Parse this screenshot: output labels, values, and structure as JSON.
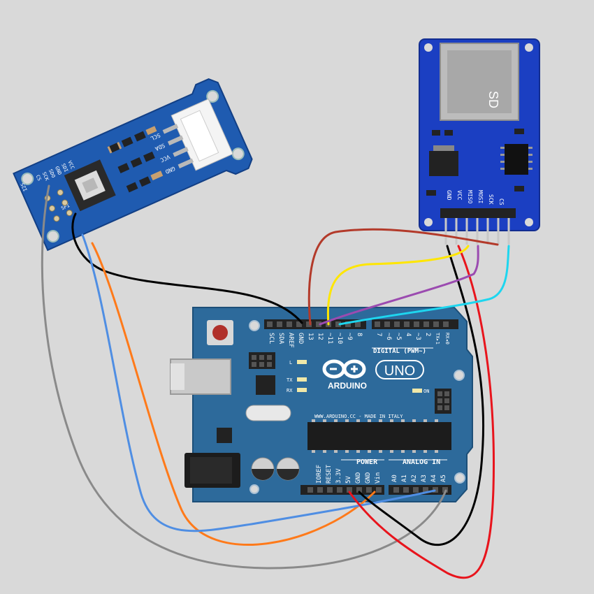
{
  "sensor": {
    "top_labels": [
      "SCL",
      "SDA",
      "VCC",
      "GND"
    ],
    "bottom_labels": [
      "CS",
      "SCK",
      "SDO",
      "GND",
      "SDI",
      "VCC"
    ],
    "i2s_label": "I2S",
    "spi_label": "SPI"
  },
  "sd_module": {
    "pin_labels": [
      "GND",
      "VCC",
      "MISO",
      "MOSI",
      "SCK",
      "CS"
    ],
    "slot_text": "SD"
  },
  "arduino": {
    "logo_text": "ARDUINO",
    "uno_text": "UNO",
    "url_text": "WWW.ARDUINO.CC - MADE IN ITALY",
    "digital_label": "DIGITAL (PWM~)",
    "power_label": "POWER",
    "analog_label": "ANALOG IN",
    "left_header_labels": [
      "SCL",
      "SDA",
      "AREF",
      "GND",
      "13",
      "12",
      "~11",
      "~10",
      "~9",
      "8"
    ],
    "right_header_labels": [
      "7",
      "~6",
      "~5",
      "4",
      "~3",
      "2",
      "TX▸1",
      "RX◂0"
    ],
    "power_pin_labels": [
      "IOREF",
      "RESET",
      "3.3V",
      "5V",
      "GND",
      "GND",
      "Vin"
    ],
    "analog_pin_labels": [
      "A0",
      "A1",
      "A2",
      "A3",
      "A4",
      "A5"
    ],
    "led_labels": [
      "L",
      "TX",
      "RX",
      "ON"
    ]
  },
  "colors": {
    "board_blue": "#2e6a9e",
    "sensor_blue": "#1f5bb0",
    "sd_blue": "#1b3fc2",
    "wire_black": "#000000",
    "wire_red": "#e8141c",
    "wire_orange": "#ff7a1a",
    "wire_blue": "#4f8ee3",
    "wire_gray": "#8a8a8a",
    "wire_darkred": "#b33a2a",
    "wire_yellow": "#ffe600",
    "wire_purple": "#9b4bb0",
    "wire_cyan": "#1ed6ef"
  }
}
